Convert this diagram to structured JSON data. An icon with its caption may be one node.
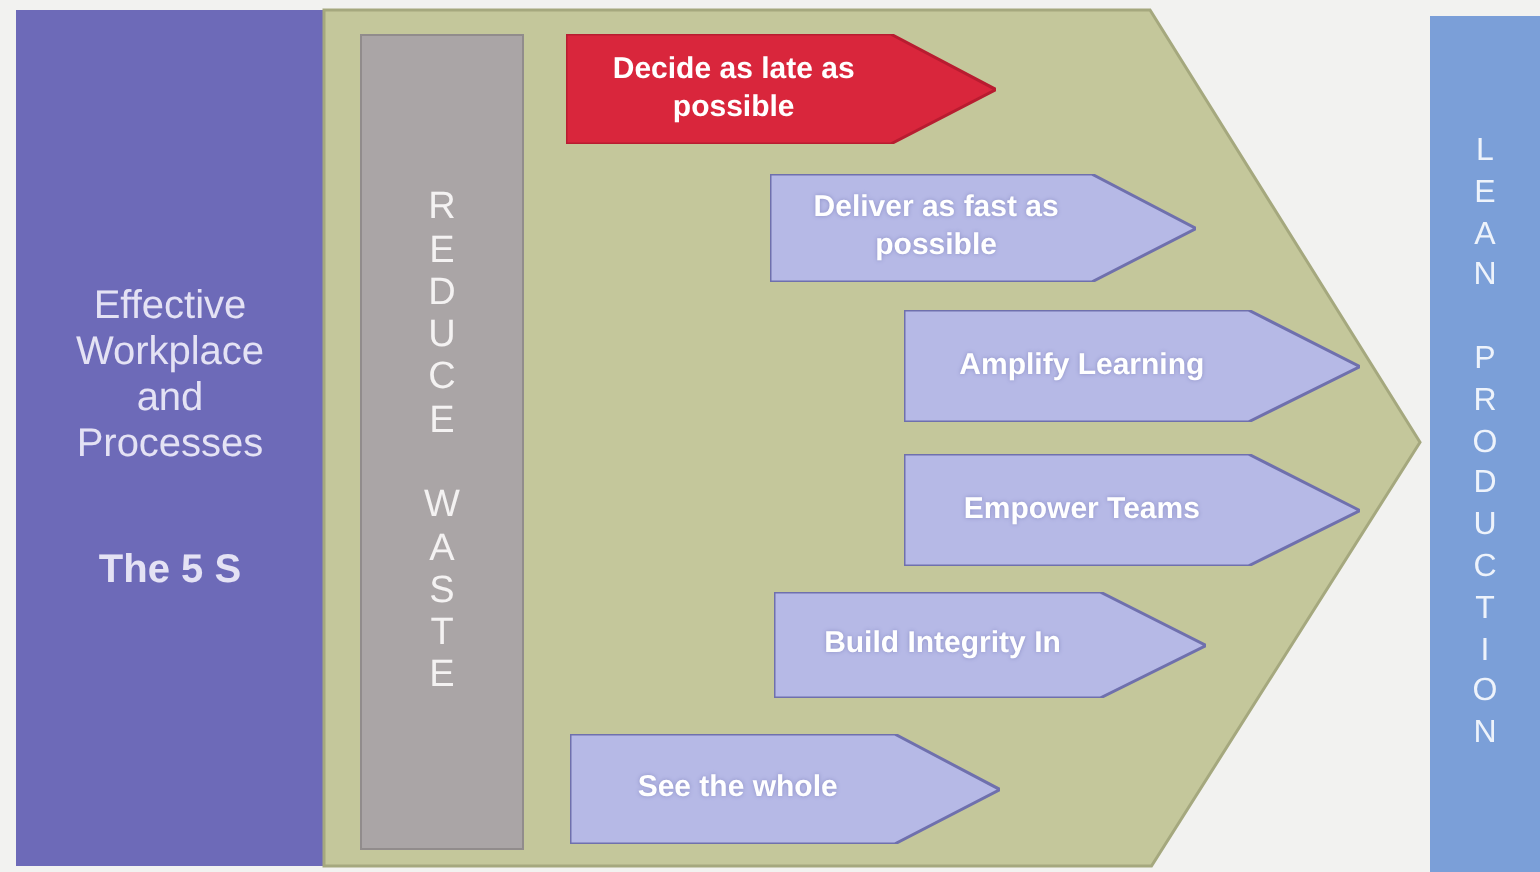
{
  "diagram": {
    "nodes": [
      {
        "text": [
          "Effective Workplace and Processes",
          "The 5 S"
        ]
      },
      {
        "text": [],
        "shape": "arrow"
      },
      {
        "text": [
          "REDUCE WASTE"
        ],
        "in": 1
      },
      {
        "text": [
          "Decide as late as possible"
        ],
        "in": 1
      },
      {
        "text": [
          "Deliver as fast as possible"
        ],
        "in": 1
      },
      {
        "text": [
          "Amplify Learning"
        ],
        "in": 1
      },
      {
        "text": [
          "Empower Teams"
        ],
        "in": 1
      },
      {
        "text": [
          "Build Integrity In"
        ],
        "in": 1
      },
      {
        "text": [
          "See the whole"
        ],
        "in": 1
      },
      {
        "text": [
          "LEAN PRODUCTION"
        ]
      }
    ]
  }
}
